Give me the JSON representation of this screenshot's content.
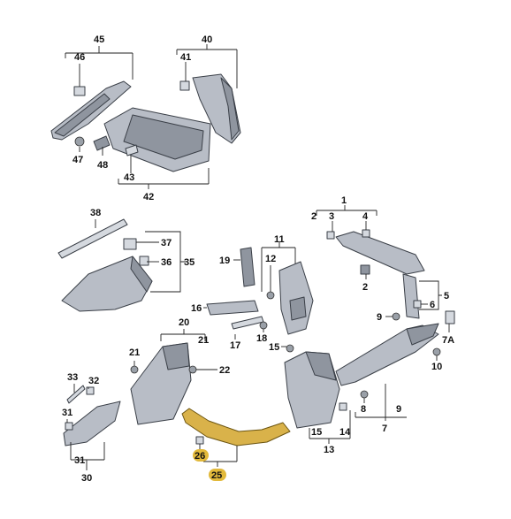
{
  "callouts": [
    {
      "id": "c45",
      "label": "45"
    },
    {
      "id": "c46",
      "label": "46"
    },
    {
      "id": "c47",
      "label": "47"
    },
    {
      "id": "c48",
      "label": "48"
    },
    {
      "id": "c43",
      "label": "43"
    },
    {
      "id": "c42",
      "label": "42"
    },
    {
      "id": "c40",
      "label": "40"
    },
    {
      "id": "c41",
      "label": "41"
    },
    {
      "id": "c38",
      "label": "38"
    },
    {
      "id": "c37",
      "label": "37"
    },
    {
      "id": "c36",
      "label": "36"
    },
    {
      "id": "c35",
      "label": "35"
    },
    {
      "id": "c19",
      "label": "19"
    },
    {
      "id": "c11",
      "label": "11"
    },
    {
      "id": "c12",
      "label": "12"
    },
    {
      "id": "c16",
      "label": "16"
    },
    {
      "id": "c17",
      "label": "17"
    },
    {
      "id": "c18",
      "label": "18"
    },
    {
      "id": "c15a",
      "label": "15"
    },
    {
      "id": "c1",
      "label": "1"
    },
    {
      "id": "c2a",
      "label": "2"
    },
    {
      "id": "c3",
      "label": "3"
    },
    {
      "id": "c4",
      "label": "4"
    },
    {
      "id": "c2b",
      "label": "2"
    },
    {
      "id": "c5",
      "label": "5"
    },
    {
      "id": "c6",
      "label": "6"
    },
    {
      "id": "c9a",
      "label": "9"
    },
    {
      "id": "c7a",
      "label": "7A"
    },
    {
      "id": "c10",
      "label": "10"
    },
    {
      "id": "c8",
      "label": "8"
    },
    {
      "id": "c9b",
      "label": "9"
    },
    {
      "id": "c7",
      "label": "7"
    },
    {
      "id": "c20",
      "label": "20"
    },
    {
      "id": "c21a",
      "label": "21"
    },
    {
      "id": "c21b",
      "label": "21"
    },
    {
      "id": "c22",
      "label": "22"
    },
    {
      "id": "c33",
      "label": "33"
    },
    {
      "id": "c32",
      "label": "32"
    },
    {
      "id": "c31a",
      "label": "31"
    },
    {
      "id": "c31b",
      "label": "31"
    },
    {
      "id": "c30",
      "label": "30"
    },
    {
      "id": "c26",
      "label": "26"
    },
    {
      "id": "c25",
      "label": "25"
    },
    {
      "id": "c15b",
      "label": "15"
    },
    {
      "id": "c14",
      "label": "14"
    },
    {
      "id": "c13",
      "label": "13"
    }
  ],
  "colors": {
    "part": "#b8bdc6",
    "highlight": "#d9b24a",
    "highlight_label": "#e2b93b"
  }
}
